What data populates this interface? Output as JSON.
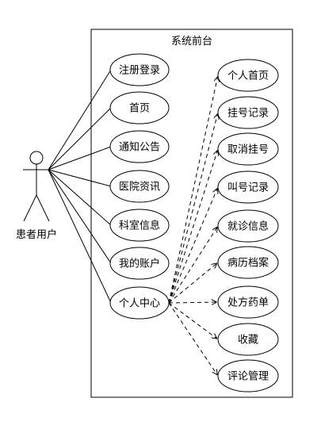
{
  "system": {
    "title": "系统前台"
  },
  "actor": {
    "label": "患者用户"
  },
  "left_use_cases": [
    {
      "label": "注册登录"
    },
    {
      "label": "首页"
    },
    {
      "label": "通知公告"
    },
    {
      "label": "医院资讯"
    },
    {
      "label": "科室信息"
    },
    {
      "label": "我的账户"
    },
    {
      "label": "个人中心"
    }
  ],
  "right_use_cases": [
    {
      "label": "个人首页"
    },
    {
      "label": "挂号记录"
    },
    {
      "label": "取消挂号"
    },
    {
      "label": "叫号记录"
    },
    {
      "label": "就诊信息"
    },
    {
      "label": "病历档案"
    },
    {
      "label": "处方药单"
    },
    {
      "label": "收藏"
    },
    {
      "label": "评论管理"
    }
  ]
}
